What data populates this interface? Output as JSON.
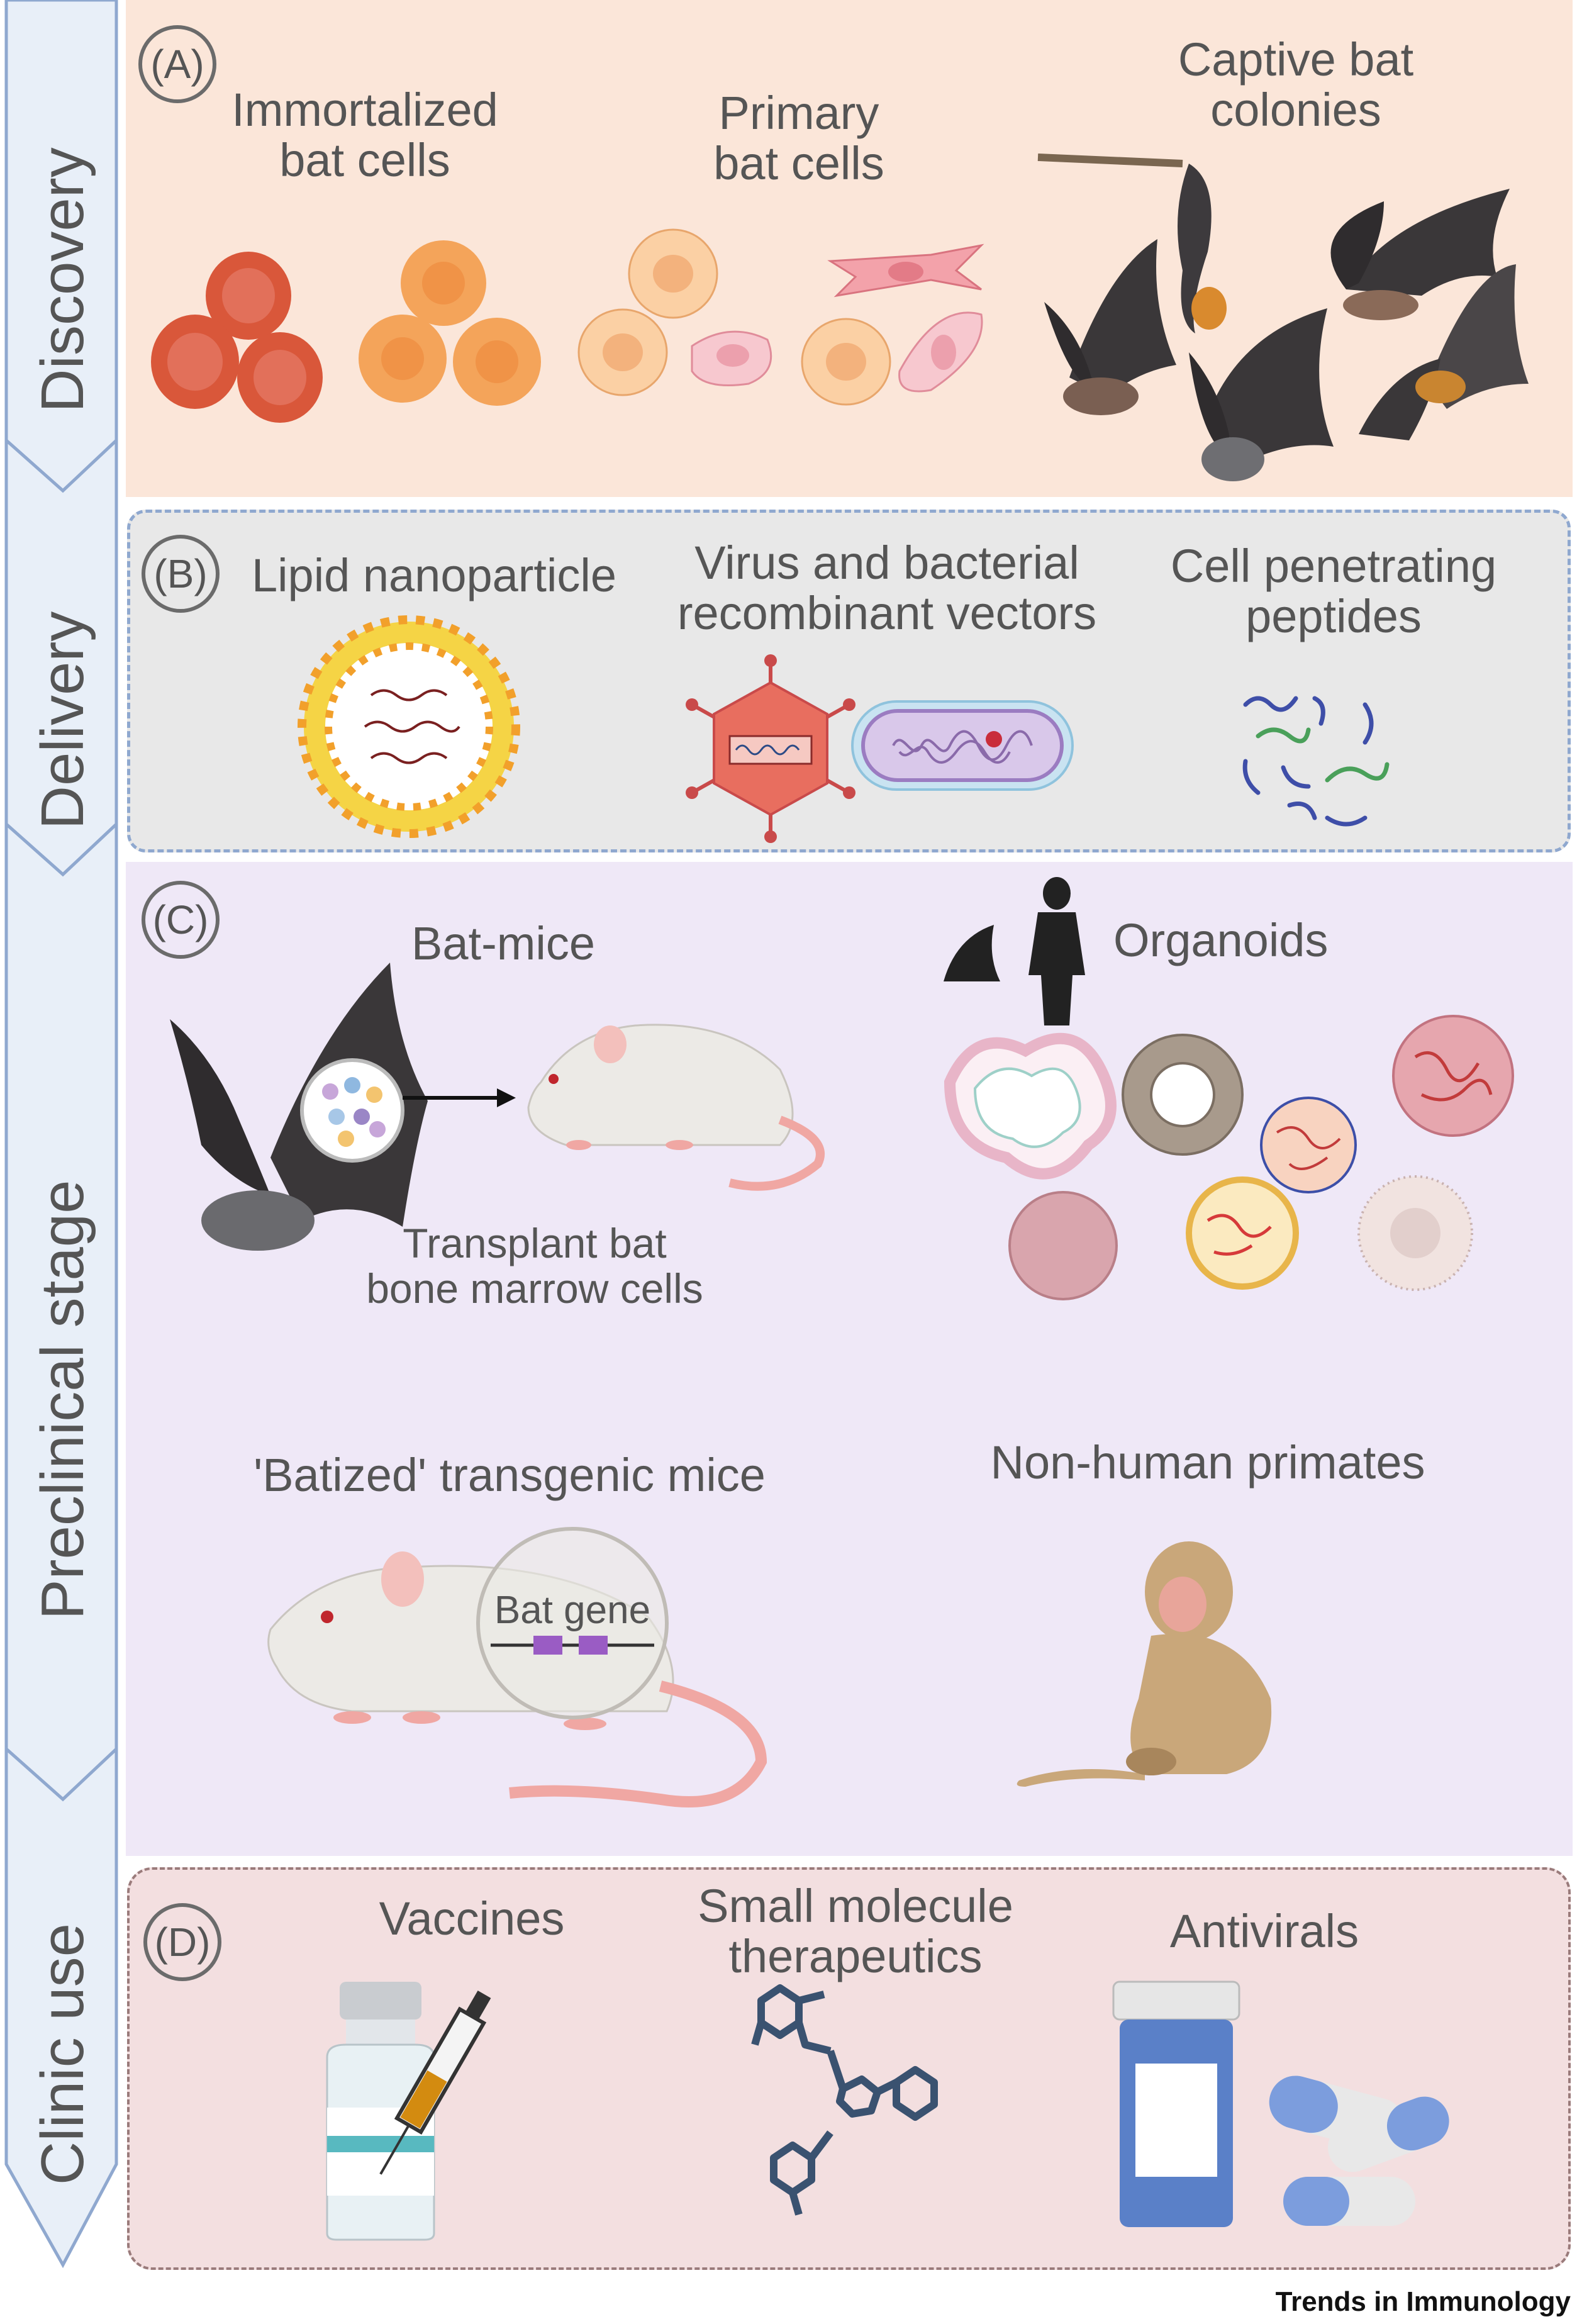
{
  "stages": [
    "Discovery",
    "Delivery",
    "Preclinical stage",
    "Clinic use"
  ],
  "panels": {
    "A": {
      "badge": "(A)",
      "labels": [
        "Immortalized\nbat cells",
        "Primary\nbat cells",
        "Captive bat\ncolonies"
      ],
      "color": "#fbe6d9"
    },
    "B": {
      "badge": "(B)",
      "labels": [
        "Lipid nanoparticle",
        "Virus and bacterial\nrecombinant vectors",
        "Cell penetrating\npeptides"
      ],
      "color": "#e8e8e8"
    },
    "C": {
      "badge": "(C)",
      "labels": [
        "Bat-mice",
        "Organoids",
        "Transplant bat\nbone marrow cells",
        "'Batized' transgenic mice",
        "Non-human primates"
      ],
      "bat_gene": "Bat gene",
      "color": "#efe8f7"
    },
    "D": {
      "badge": "(D)",
      "labels": [
        "Vaccines",
        "Small molecule\ntherapeutics",
        "Antivirals"
      ],
      "color": "#f3dfe0"
    }
  },
  "journal": "Trends in Immunology"
}
